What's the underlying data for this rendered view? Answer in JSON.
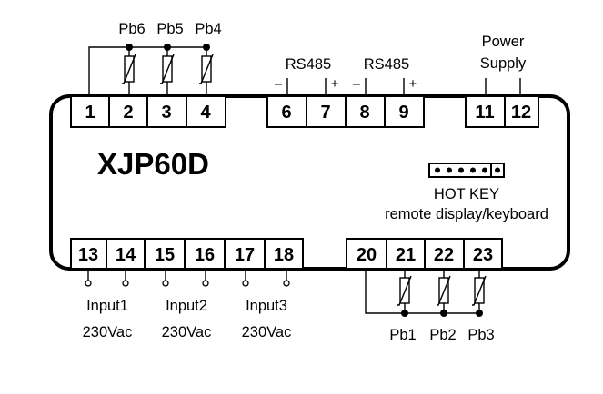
{
  "model": "XJP60D",
  "top_terminals": [
    "1",
    "2",
    "3",
    "4",
    "6",
    "7",
    "8",
    "9",
    "11",
    "12"
  ],
  "bottom_terminals": [
    "13",
    "14",
    "15",
    "16",
    "17",
    "18",
    "20",
    "21",
    "22",
    "23"
  ],
  "probes_top": [
    "Pb6",
    "Pb5",
    "Pb4"
  ],
  "probes_bottom": [
    "Pb1",
    "Pb2",
    "Pb3"
  ],
  "rs485": [
    {
      "label": "RS485",
      "minus": "–",
      "plus": "+"
    },
    {
      "label": "RS485",
      "minus": "–",
      "plus": "+"
    }
  ],
  "power_supply": {
    "line1": "Power",
    "line2": "Supply"
  },
  "hot_key": {
    "title": "HOT KEY",
    "subtitle": "remote display/keyboard"
  },
  "inputs": [
    {
      "name": "Input1",
      "voltage": "230Vac"
    },
    {
      "name": "Input2",
      "voltage": "230Vac"
    },
    {
      "name": "Input3",
      "voltage": "230Vac"
    }
  ]
}
